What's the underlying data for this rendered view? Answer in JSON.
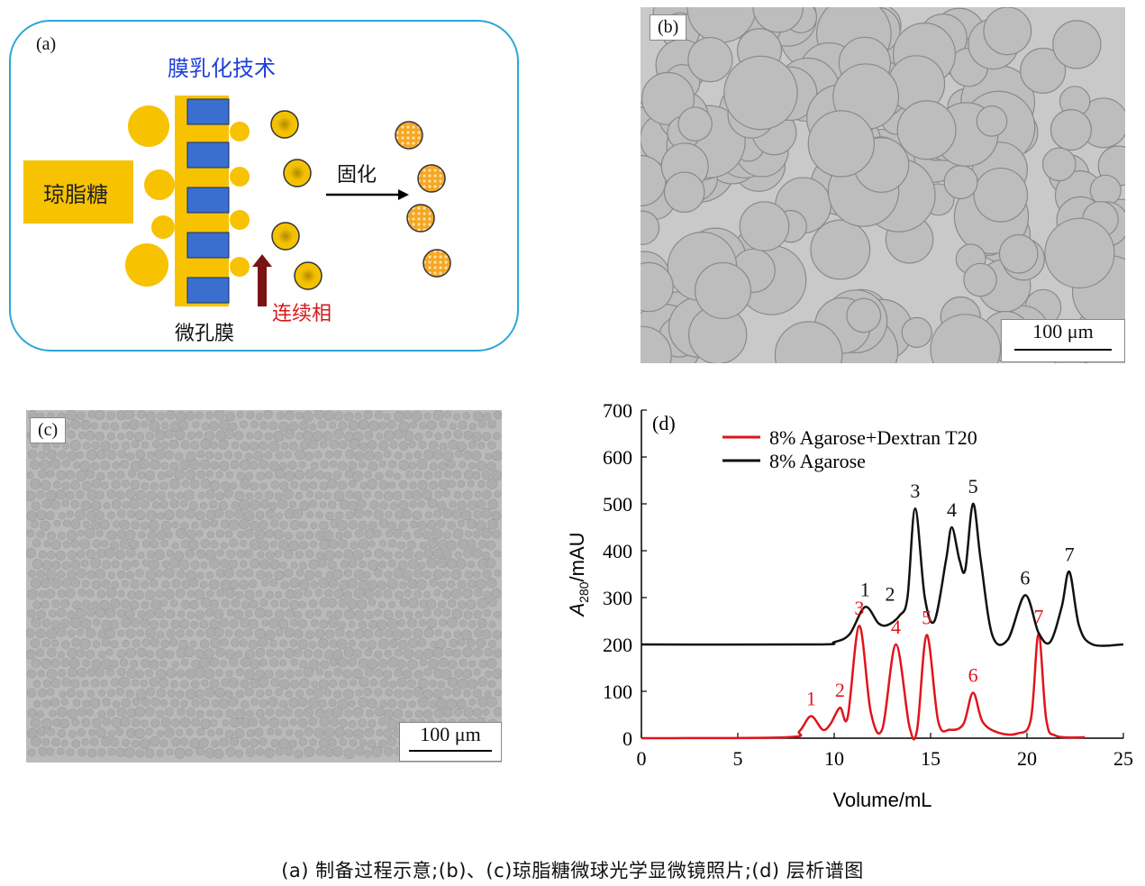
{
  "panel_a": {
    "label": "(a)",
    "title": "膜乳化技术",
    "agarose": "琼脂糖",
    "solidify": "固化",
    "membrane": "微孔膜",
    "continuous_phase": "连续相",
    "colors": {
      "gold": "#f7c200",
      "blue": "#3a6fd0",
      "frame": "#2aa7d8",
      "arrow_red": "#7a1414",
      "title_blue": "#1f3fd6",
      "text_red": "#d41a1a"
    }
  },
  "panel_b": {
    "label": "(b)",
    "scale": "100 μm"
  },
  "panel_c": {
    "label": "(c)",
    "scale": "100 μm"
  },
  "chart_data": {
    "type": "line",
    "panel_label": "(d)",
    "xlabel": "Volume/mL",
    "ylabel_main": "A",
    "ylabel_sub": "280",
    "ylabel_unit": "/mAU",
    "xlim": [
      0,
      25
    ],
    "ylim": [
      0,
      700
    ],
    "xticks": [
      0,
      5,
      10,
      15,
      20,
      25
    ],
    "yticks": [
      0,
      100,
      200,
      300,
      400,
      500,
      600,
      700
    ],
    "grid": false,
    "legend_position": "top",
    "series": [
      {
        "name": "8% Agarose+Dextran T20",
        "color": "#e0141c",
        "x": [
          0,
          7.5,
          8.2,
          8.8,
          9.4,
          9.8,
          10.3,
          10.7,
          11.3,
          11.9,
          12.5,
          13.2,
          13.9,
          14.3,
          14.8,
          15.4,
          16.0,
          16.7,
          17.2,
          17.7,
          18.5,
          19.5,
          20.2,
          20.6,
          21.0,
          21.5,
          23.0
        ],
        "y": [
          0,
          2,
          15,
          47,
          18,
          30,
          65,
          45,
          240,
          55,
          20,
          200,
          25,
          18,
          220,
          35,
          18,
          30,
          97,
          35,
          12,
          10,
          40,
          222,
          40,
          5,
          2
        ],
        "peaks": [
          {
            "label": "1",
            "x": 8.8,
            "y": 47
          },
          {
            "label": "2",
            "x": 10.3,
            "y": 65
          },
          {
            "label": "3",
            "x": 11.3,
            "y": 240
          },
          {
            "label": "4",
            "x": 13.2,
            "y": 200
          },
          {
            "label": "5",
            "x": 14.8,
            "y": 220
          },
          {
            "label": "6",
            "x": 17.2,
            "y": 97
          },
          {
            "label": "7",
            "x": 20.6,
            "y": 222
          }
        ]
      },
      {
        "name": "8% Agarose",
        "color": "#111111",
        "x": [
          0,
          9.0,
          10.0,
          10.8,
          11.6,
          12.3,
          12.8,
          13.4,
          13.8,
          14.2,
          14.7,
          15.2,
          15.8,
          16.1,
          16.5,
          16.8,
          17.2,
          17.6,
          18.2,
          19.0,
          19.9,
          20.6,
          21.2,
          21.8,
          22.2,
          22.7,
          23.4,
          25.0
        ],
        "y": [
          200,
          200,
          205,
          222,
          280,
          245,
          242,
          262,
          300,
          490,
          300,
          250,
          380,
          450,
          380,
          360,
          500,
          380,
          220,
          210,
          305,
          225,
          205,
          280,
          355,
          240,
          200,
          200
        ],
        "peaks": [
          {
            "label": "1",
            "x": 11.6,
            "y": 280
          },
          {
            "label": "2",
            "x": 12.9,
            "y": 270
          },
          {
            "label": "3",
            "x": 14.2,
            "y": 490
          },
          {
            "label": "4",
            "x": 16.1,
            "y": 450
          },
          {
            "label": "5",
            "x": 17.2,
            "y": 500
          },
          {
            "label": "6",
            "x": 19.9,
            "y": 305
          },
          {
            "label": "7",
            "x": 22.2,
            "y": 355
          }
        ]
      }
    ]
  },
  "caption": "(a) 制备过程示意;(b)、(c)琼脂糖微球光学显微镜照片;(d) 层析谱图"
}
